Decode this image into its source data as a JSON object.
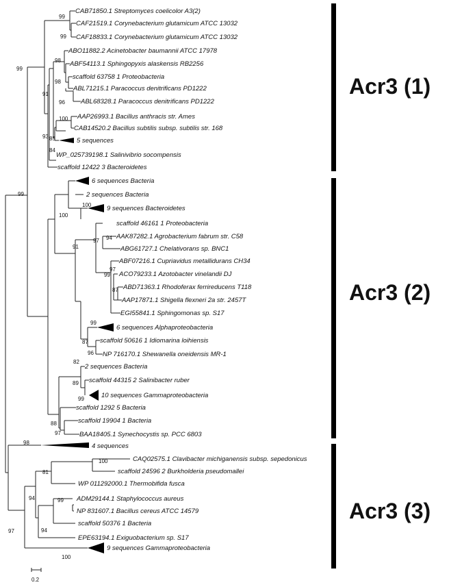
{
  "clades": [
    {
      "label": "Acr3 (1)"
    },
    {
      "label": "Acr3 (2)"
    },
    {
      "label": "Acr3 (3)"
    }
  ],
  "leaves": [
    "CAB71850.1 Streptomyces coelicolor A3(2)",
    "CAF21519.1 Corynebacterium glutamicum ATCC 13032",
    "CAF18833.1 Corynebacterium glutamicum ATCC 13032",
    "ABO11882.2 Acinetobacter baumannii ATCC 17978",
    "ABF54113.1 Sphingopyxis alaskensis RB2256",
    "scaffold 63758 1 Proteobacteria",
    "ABL71215.1 Paracoccus denitrificans PD1222",
    "ABL68328.1 Paracoccus denitrificans PD1222",
    "AAP26993.1 Bacillus anthracis str. Ames",
    "CAB14520.2 Bacillus subtilis subsp. subtilis str. 168",
    "5 sequences",
    "WP_025739198.1 Salinivibrio socompensis",
    "scaffold 12422 3 Bacteroidetes",
    "6 sequences Bacteria",
    "2 sequences Bacteria",
    "9 sequences Bacteroidetes",
    "scaffold 46161 1 Proteobacteria",
    "AAK87282.1 Agrobacterium fabrum str. C58",
    "ABG61727.1 Chelativorans sp. BNC1",
    "ABF07216.1 Cupriavidus metallidurans CH34",
    "ACO79233.1 Azotobacter vinelandii DJ",
    "ABD71363.1 Rhodoferax ferrireducens T118",
    "AAP17871.1 Shigella flexneri 2a str. 2457T",
    "EGI55841.1 Sphingomonas sp. S17",
    "6 sequences Alphaproteobacteria",
    "scaffold 50616 1 Idiomarina loihiensis",
    "NP 716170.1 Shewanella oneidensis MR-1",
    "2 sequences Bacteria",
    "scaffold 44315 2 Salinibacter ruber",
    "10 sequences Gammaproteobacteria",
    "scaffold 1292 5 Bacteria",
    "scaffold 19904 1 Bacteria",
    "BAA18405.1 Synechocystis sp. PCC 6803",
    "4 sequences",
    "CAQ02575.1 Clavibacter michiganensis subsp. sepedonicus",
    "scaffold 24596 2 Burkholderia pseudomallei",
    "WP 011292000.1 Thermobifida fusca",
    "ADM29144.1 Staphylococcus aureus",
    "NP 831607.1 Bacillus cereus ATCC 14579",
    "scaffold 50376 1 Bacteria",
    "EPE63194.1 Exiguobacterium sp. S17",
    "9 sequences Gammaproteobacteria"
  ],
  "support_values": [
    "99",
    "99",
    "98",
    "98",
    "91",
    "96",
    "100",
    "93",
    "85",
    "84",
    "99",
    "99",
    "100",
    "91",
    "100",
    "94",
    "97",
    "99",
    "87",
    "97",
    "99",
    "87",
    "96",
    "82",
    "89",
    "99",
    "88",
    "97",
    "98",
    "100",
    "81",
    "99",
    "94",
    "94",
    "97",
    "100"
  ],
  "scale_bar": {
    "label": "0.2"
  }
}
